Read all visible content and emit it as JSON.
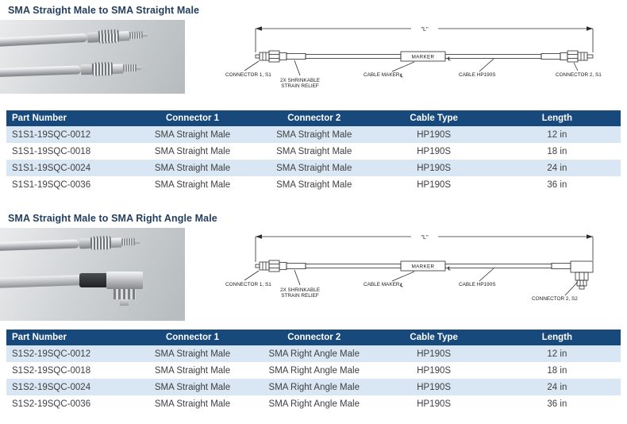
{
  "theme": {
    "heading_color": "#24405e",
    "table_header_bg": "#17497d",
    "table_header_text": "#ffffff",
    "row_alt_bg": "#d9e7f4",
    "row_text": "#3f3f3f",
    "drawing_line": "#2b2b2b"
  },
  "sections": [
    {
      "title": "SMA Straight Male to SMA Straight Male",
      "diagram": {
        "dim_label": "\"L\"",
        "connector1_label": "CONNECTOR 1, S1",
        "strain_relief_line1": "2X SHRINKABLE",
        "strain_relief_line2": "STRAIN RELIEF",
        "cable_maker_label": "CABLE MAKER",
        "centerline_symbol": "℄",
        "marker_label": "MARKER",
        "cable_label": "CABLE HP190S",
        "connector2_label": "CONNECTOR 2, S1"
      },
      "table": {
        "headers": [
          "Part Number",
          "Connector 1",
          "Connector 2",
          "Cable Type",
          "Length"
        ],
        "rows": [
          [
            "S1S1-19SQC-0012",
            "SMA Straight Male",
            "SMA Straight Male",
            "HP190S",
            "12 in"
          ],
          [
            "S1S1-19SQC-0018",
            "SMA Straight Male",
            "SMA Straight Male",
            "HP190S",
            "18 in"
          ],
          [
            "S1S1-19SQC-0024",
            "SMA Straight Male",
            "SMA Straight Male",
            "HP190S",
            "24 in"
          ],
          [
            "S1S1-19SQC-0036",
            "SMA Straight Male",
            "SMA Straight Male",
            "HP190S",
            "36 in"
          ]
        ]
      }
    },
    {
      "title": "SMA Straight Male to SMA Right Angle Male",
      "diagram": {
        "dim_label": "\"L\"",
        "connector1_label": "CONNECTOR 1, S1",
        "strain_relief_line1": "2X SHRINKABLE",
        "strain_relief_line2": "STRAIN RELIEF",
        "cable_maker_label": "CABLE MAKER",
        "centerline_symbol": "℄",
        "marker_label": "MARKER",
        "cable_label": "CABLE HP190S",
        "connector2_label": "CONNECTOR 2, S2"
      },
      "table": {
        "headers": [
          "Part Number",
          "Connector 1",
          "Connector 2",
          "Cable Type",
          "Length"
        ],
        "rows": [
          [
            "S1S2-19SQC-0012",
            "SMA Straight Male",
            "SMA Right Angle Male",
            "HP190S",
            "12 in"
          ],
          [
            "S1S2-19SQC-0018",
            "SMA Straight Male",
            "SMA Right Angle Male",
            "HP190S",
            "18 in"
          ],
          [
            "S1S2-19SQC-0024",
            "SMA Straight Male",
            "SMA Right Angle Male",
            "HP190S",
            "24 in"
          ],
          [
            "S1S2-19SQC-0036",
            "SMA Straight Male",
            "SMA Right Angle Male",
            "HP190S",
            "36 in"
          ]
        ]
      }
    }
  ]
}
